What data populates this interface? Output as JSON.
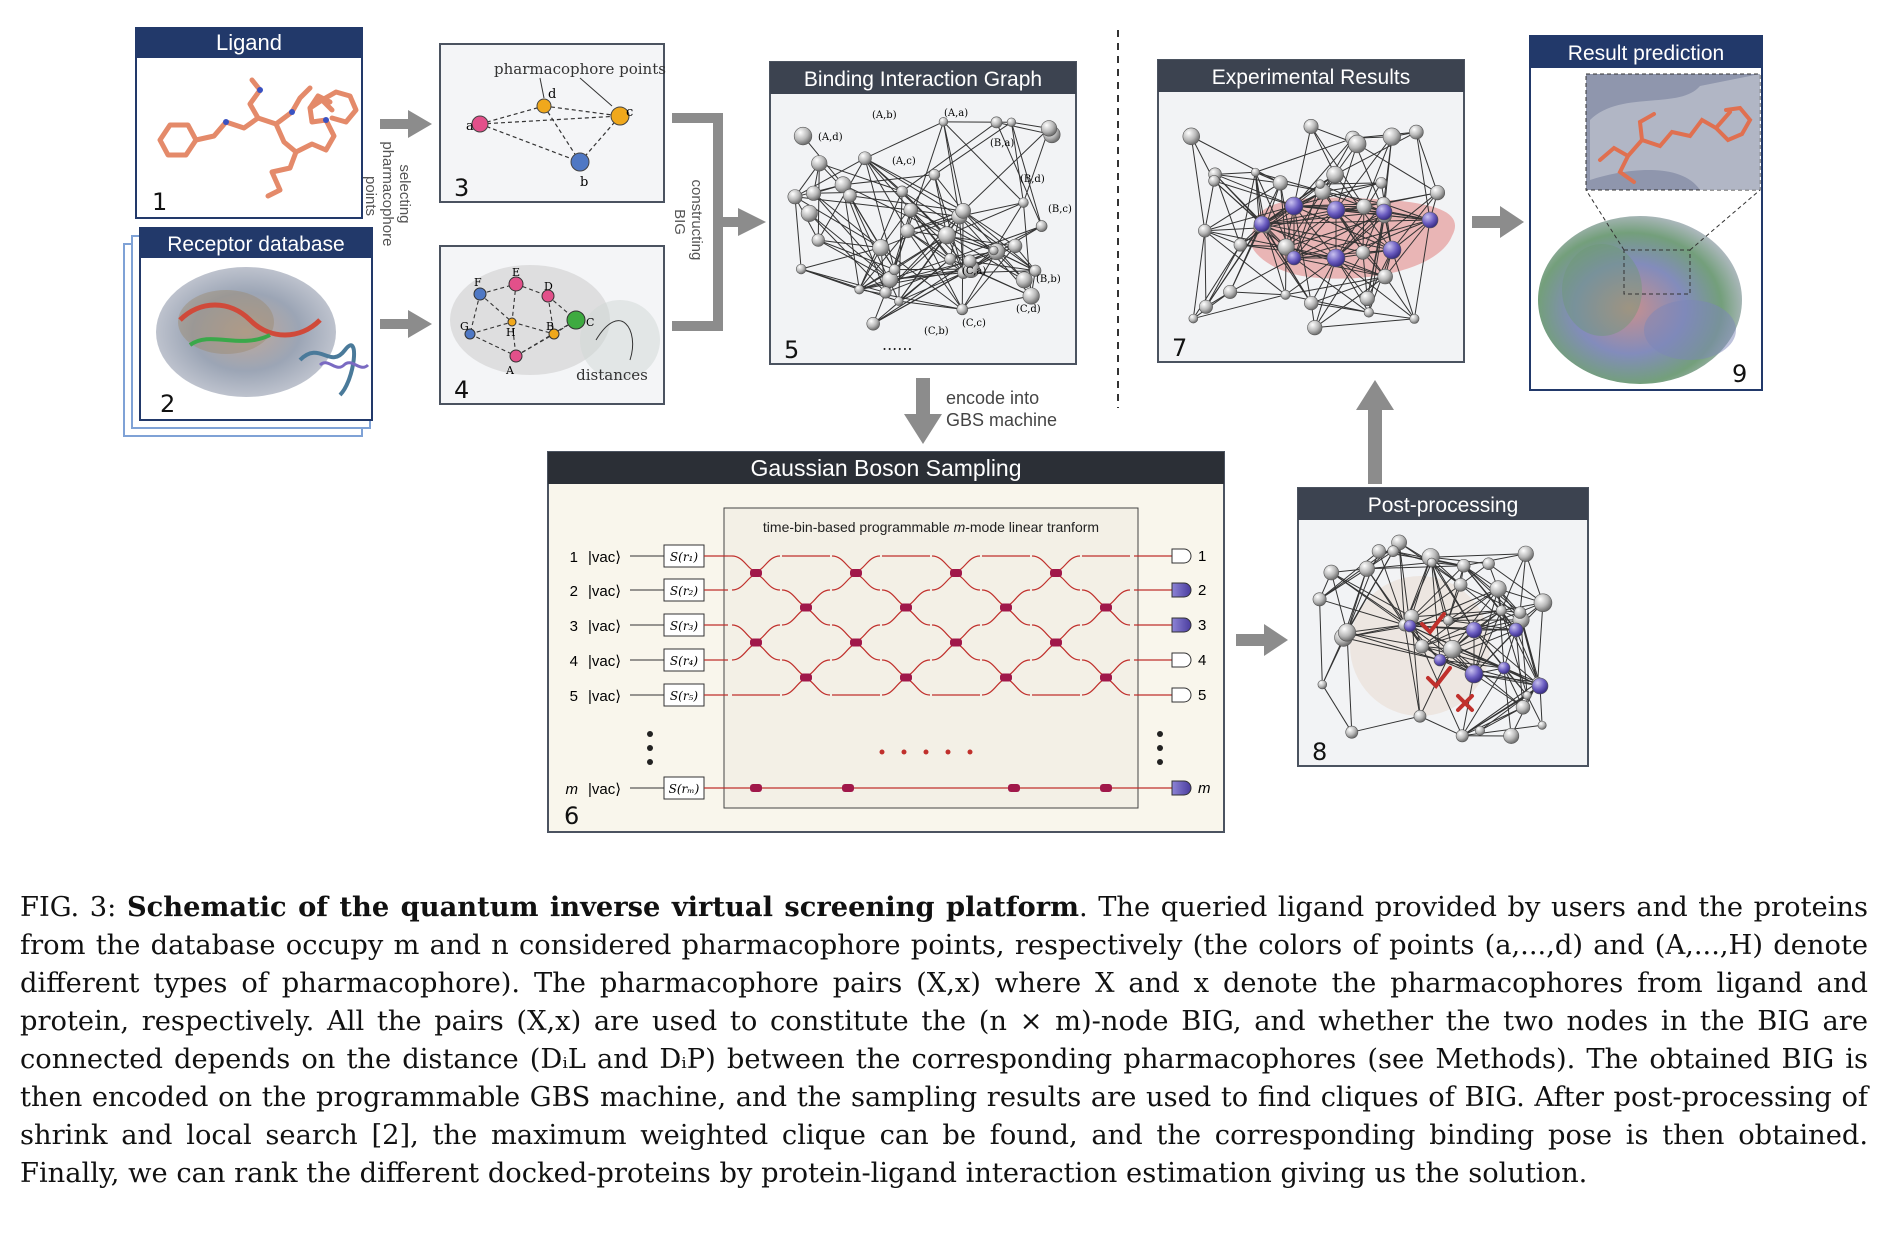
{
  "panels": {
    "ligand": {
      "title": "Ligand",
      "number": "1"
    },
    "receptor": {
      "title": "Receptor database",
      "number": "2"
    },
    "pharmacophore_ligand": {
      "number": "3",
      "label": "pharmacophore points",
      "points": [
        "a",
        "b",
        "c",
        "d"
      ]
    },
    "pharmacophore_receptor": {
      "number": "4",
      "label": "distances",
      "points": [
        "A",
        "B",
        "C",
        "D",
        "E",
        "F",
        "G",
        "H"
      ]
    },
    "big": {
      "title": "Binding Interaction Graph",
      "number": "5",
      "ellipsis": "......",
      "node_labels": [
        "(A,b)",
        "(A,a)",
        "(A,d)",
        "(A,c)",
        "(B,a)",
        "(B,d)",
        "(B,c)",
        "(C,a)",
        "(B,b)",
        "(C,d)",
        "(C,c)",
        "(C,b)"
      ]
    },
    "gbs": {
      "title": "Gaussian Boson Sampling",
      "number": "6",
      "transform_label_pre": "time-bin-based programmable ",
      "transform_label_var": "m",
      "transform_label_post": "-mode linear tranform",
      "mode_labels": [
        "1",
        "2",
        "3",
        "4",
        "5",
        "m"
      ],
      "vac_label": "|vac⟩",
      "squeezers": [
        "S(r₁)",
        "S(r₂)",
        "S(r₃)",
        "S(r₄)",
        "S(r₅)",
        "S(rₘ)"
      ],
      "detector_clicks": [
        false,
        true,
        true,
        false,
        false,
        true
      ]
    },
    "experimental": {
      "title": "Experimental Results",
      "number": "7"
    },
    "postprocessing": {
      "title": "Post-processing",
      "number": "8"
    },
    "result": {
      "title": "Result prediction",
      "number": "9"
    }
  },
  "arrows": {
    "selecting": "selecting pharmacophore points",
    "constructing": "constructing BIG",
    "encode": [
      "encode into",
      "GBS machine"
    ]
  },
  "colors": {
    "header": "#3c4350",
    "header_blue": "#22396a",
    "panel_bg": "#f2f3f5",
    "gbs_bg": "#f9f6ec",
    "waveguide": "#c0302c",
    "clique": "#e7a9a9",
    "node_purple": "#5a4aa8",
    "pink": "#e2508a",
    "orange": "#f0a81c",
    "blue": "#4f78c4",
    "green": "#3eaa40"
  },
  "caption": {
    "fig_label": "FIG. 3: ",
    "title": "Schematic of the quantum inverse virtual screening platform",
    "text": ". The queried ligand provided by users and the proteins from the database occupy m and n considered pharmacophore points, respectively (the colors of points (a,...,d) and (A,...,H) denote different types of pharmacophore). The pharmacophore pairs (X,x) where X and x denote the pharmacophores from ligand and protein, respectively. All the pairs (X,x) are used to constitute the (n × m)-node BIG, and whether the two nodes in the BIG are connected depends on the distance (DᵢL and DᵢP) between the corresponding pharmacophores (see Methods). The obtained BIG is then encoded on the programmable GBS machine, and the sampling results are used to find cliques of BIG. After post-processing of shrink and local search [2], the maximum weighted clique can be found, and the corresponding binding pose is then obtained. Finally, we can rank the different docked-proteins by protein-ligand interaction estimation giving us the solution."
  }
}
